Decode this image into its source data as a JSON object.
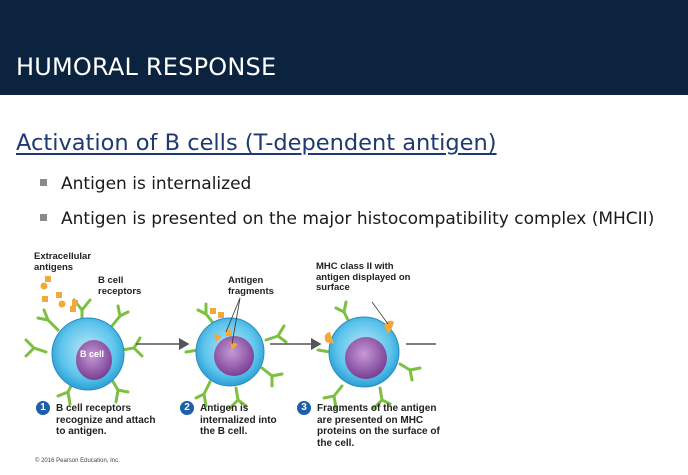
{
  "header": {
    "title": "HUMORAL RESPONSE"
  },
  "main": {
    "heading": "Activation of B cells (T-dependent antigen)",
    "bullets": [
      "Antigen is internalized",
      "Antigen is presented on the major histocompatibility complex (MHCII)"
    ]
  },
  "figure": {
    "labels": {
      "extracellular_antigens": "Extracellular antigens",
      "b_cell_receptors": "B cell receptors",
      "b_cell": "B cell",
      "antigen_fragments": "Antigen fragments",
      "mhc_class_ii": "MHC class II with antigen displayed on surface"
    },
    "steps": [
      {
        "number": "1",
        "caption": "B cell receptors recognize and attach to antigen."
      },
      {
        "number": "2",
        "caption": "Antigen is internalized into the B cell."
      },
      {
        "number": "3",
        "caption": "Fragments of the antigen are presented on MHC proteins on the surface of the cell."
      }
    ],
    "copyright": "© 2016 Pearson Education, Inc.",
    "colors": {
      "cell_fill": "#3fb8e6",
      "nucleus": "#8a4fa0",
      "receptor": "#7cc041",
      "antigen": "#f2a93b",
      "step_circle": "#1d5fa8"
    }
  }
}
